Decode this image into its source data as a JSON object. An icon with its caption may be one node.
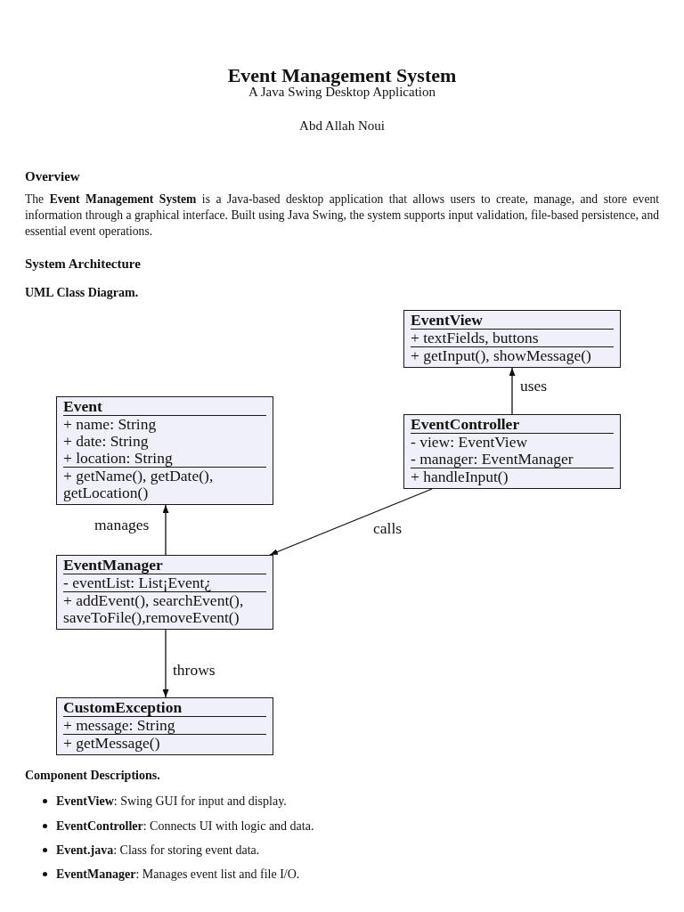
{
  "diagram": {
    "title": "Event Management System",
    "nodes": [
      {
        "text": [
          "EventView",
          "+ textFields, buttons",
          "+ getInput(), showMessage()"
        ]
      },
      {
        "text": [
          "Event",
          "+ name: String",
          "+ date: String",
          "+ location: String",
          "+ getName(), getDate(), getLocation()"
        ]
      },
      {
        "text": [
          "EventController",
          "- view: EventView",
          "- manager: EventManager",
          "+ handleInput()"
        ]
      },
      {
        "text": [
          "EventManager",
          "- eventList: List¡Event¿",
          "+ addEvent(), searchEvent(), saveToFile(),removeEvent()"
        ]
      },
      {
        "text": [
          "CustomException",
          "+ message: String",
          "+ getMessage()"
        ]
      }
    ],
    "edges": [
      {
        "from": 2,
        "to": 0,
        "arrow": "to",
        "label": "uses"
      },
      {
        "from": 2,
        "to": 3,
        "arrow": "to",
        "label": "calls"
      },
      {
        "from": 3,
        "to": 1,
        "arrow": "to",
        "label": "manages"
      },
      {
        "from": 3,
        "to": 4,
        "arrow": "to",
        "label": "throws"
      }
    ],
    "labels": [
      "A Java Swing Desktop Application",
      "Abd Allah Noui",
      "Overview",
      "The **Event Management System** is a Java-based desktop application that allows users to create, manage, and store event information through a graphical interface. Built using Java Swing, the system supports input validation, file-based persistence, and essential event operations.",
      "System Architecture",
      "UML Class Diagram.",
      "Component Descriptions.",
      "**EventView**: Swing GUI for input and display.",
      "**EventController**: Connects UI with logic and data.",
      "**Event.java**: Class for storing event data.",
      "**EventManager**: Manages event list and file I/O."
    ]
  }
}
